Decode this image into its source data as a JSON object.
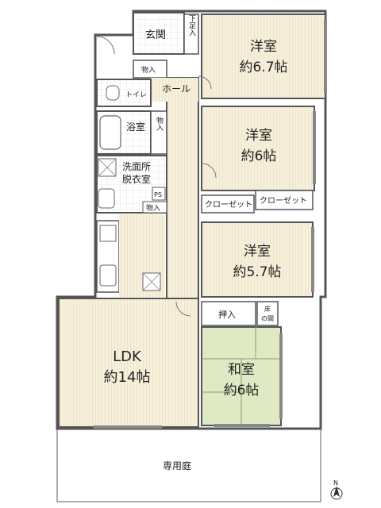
{
  "rooms": {
    "genkan": "玄関",
    "getabako": "下足入",
    "western1_name": "洋室",
    "western1_size": "約6.7帖",
    "storage_top": "物入",
    "hall": "ホール",
    "toilet": "トイレ",
    "western2_name": "洋室",
    "western2_size": "約6帖",
    "bath": "浴室",
    "storage_mid": "物入",
    "washroom_l1": "洗面所",
    "washroom_l2": "脱衣室",
    "ps": "PS",
    "storage_low": "物入",
    "closet1": "クローゼット",
    "closet2": "クローゼット",
    "western3_name": "洋室",
    "western3_size": "約5.7帖",
    "oshiire": "押入",
    "tokonoma_l1": "床",
    "tokonoma_l2": "の間",
    "ldk_name": "LDK",
    "ldk_size": "約14帖",
    "washitsu_name": "和室",
    "washitsu_size": "約6帖",
    "garden": "専用庭",
    "north": "N"
  },
  "colors": {
    "wall": "#555555",
    "floor_wood": "#f6efdc",
    "floor_wood_line": "#e8dcbc",
    "tatami": "#dfe9c4",
    "tatami_line": "#9aa87a",
    "tile": "#ffffff"
  }
}
